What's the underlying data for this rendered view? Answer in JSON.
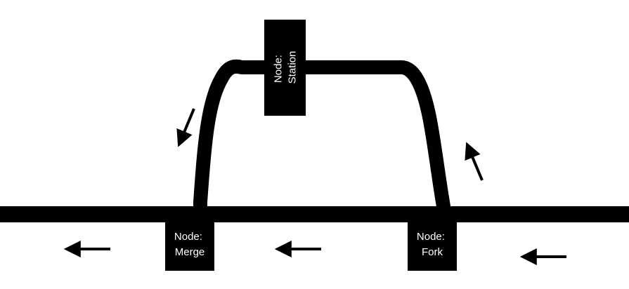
{
  "diagram": {
    "colors": {
      "background": "#ffffff",
      "track": "#000000",
      "node_fill": "#000000",
      "node_text": "#ffffff"
    },
    "nodes": {
      "merge": {
        "line1": "Node:",
        "line2": "Merge"
      },
      "fork": {
        "line1": "Node:",
        "line2": "Fork"
      },
      "station": {
        "line1": "Node:",
        "line2": "Station"
      }
    },
    "arrows": [
      {
        "name": "main-line-arrow-left",
        "direction": "left"
      },
      {
        "name": "main-line-arrow-middle",
        "direction": "left"
      },
      {
        "name": "main-line-arrow-right",
        "direction": "left"
      },
      {
        "name": "loop-arrow-down",
        "direction": "down-left"
      },
      {
        "name": "loop-arrow-up",
        "direction": "up-left"
      }
    ]
  }
}
